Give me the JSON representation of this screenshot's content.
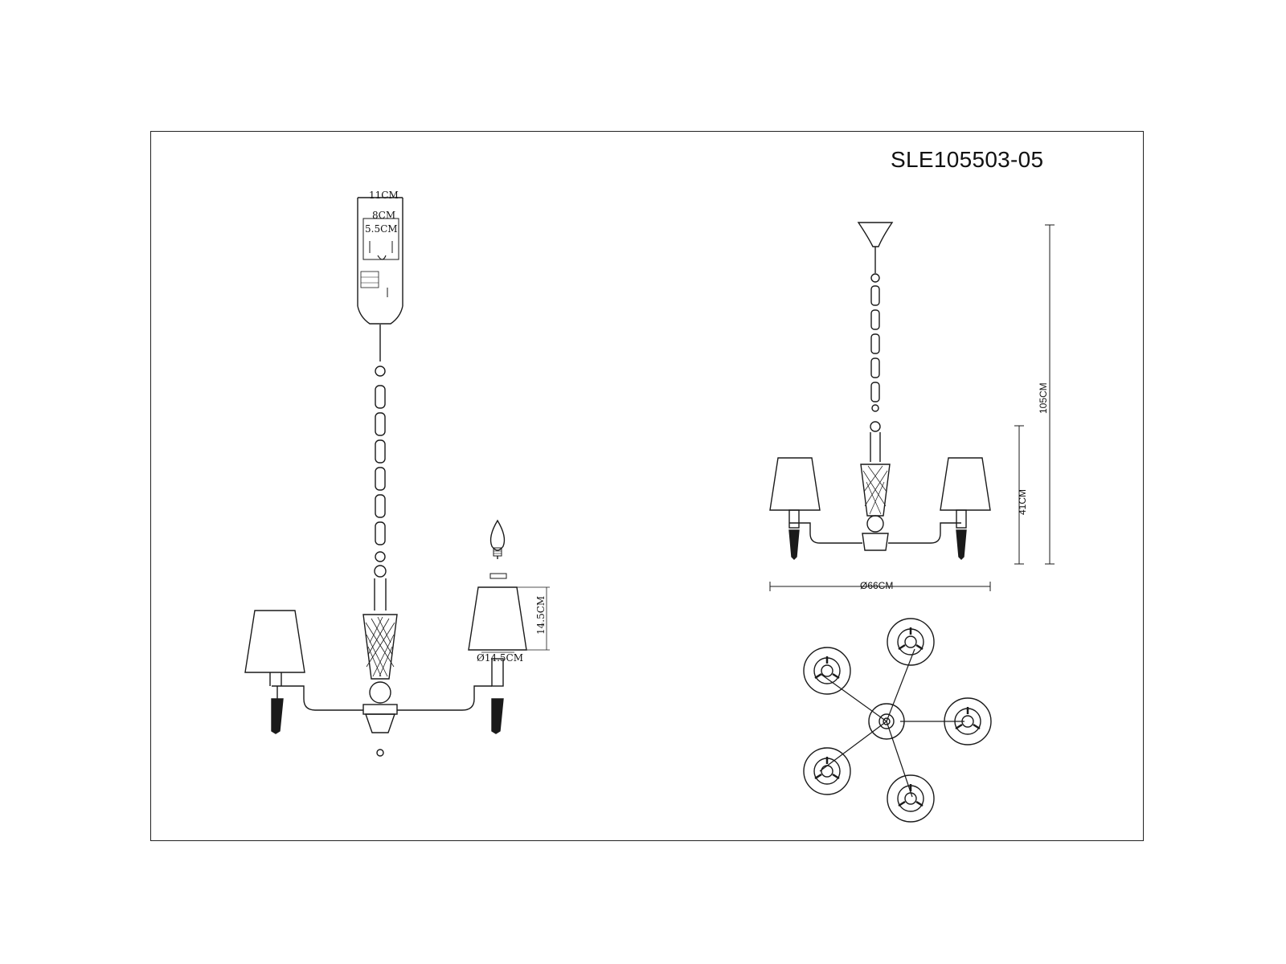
{
  "title": "SLE105503-05",
  "side_view": {
    "canopy_width": "11CM",
    "bracket_width": "8CM",
    "hole_spacing": "5.5CM",
    "shade_height": "14.5CM",
    "shade_diameter": "Ø14.5CM"
  },
  "front_view": {
    "total_height": "105CM",
    "body_height": "41CM",
    "diameter": "Ø66CM"
  },
  "colors": {
    "line": "#1a1a1a",
    "background": "#ffffff"
  }
}
